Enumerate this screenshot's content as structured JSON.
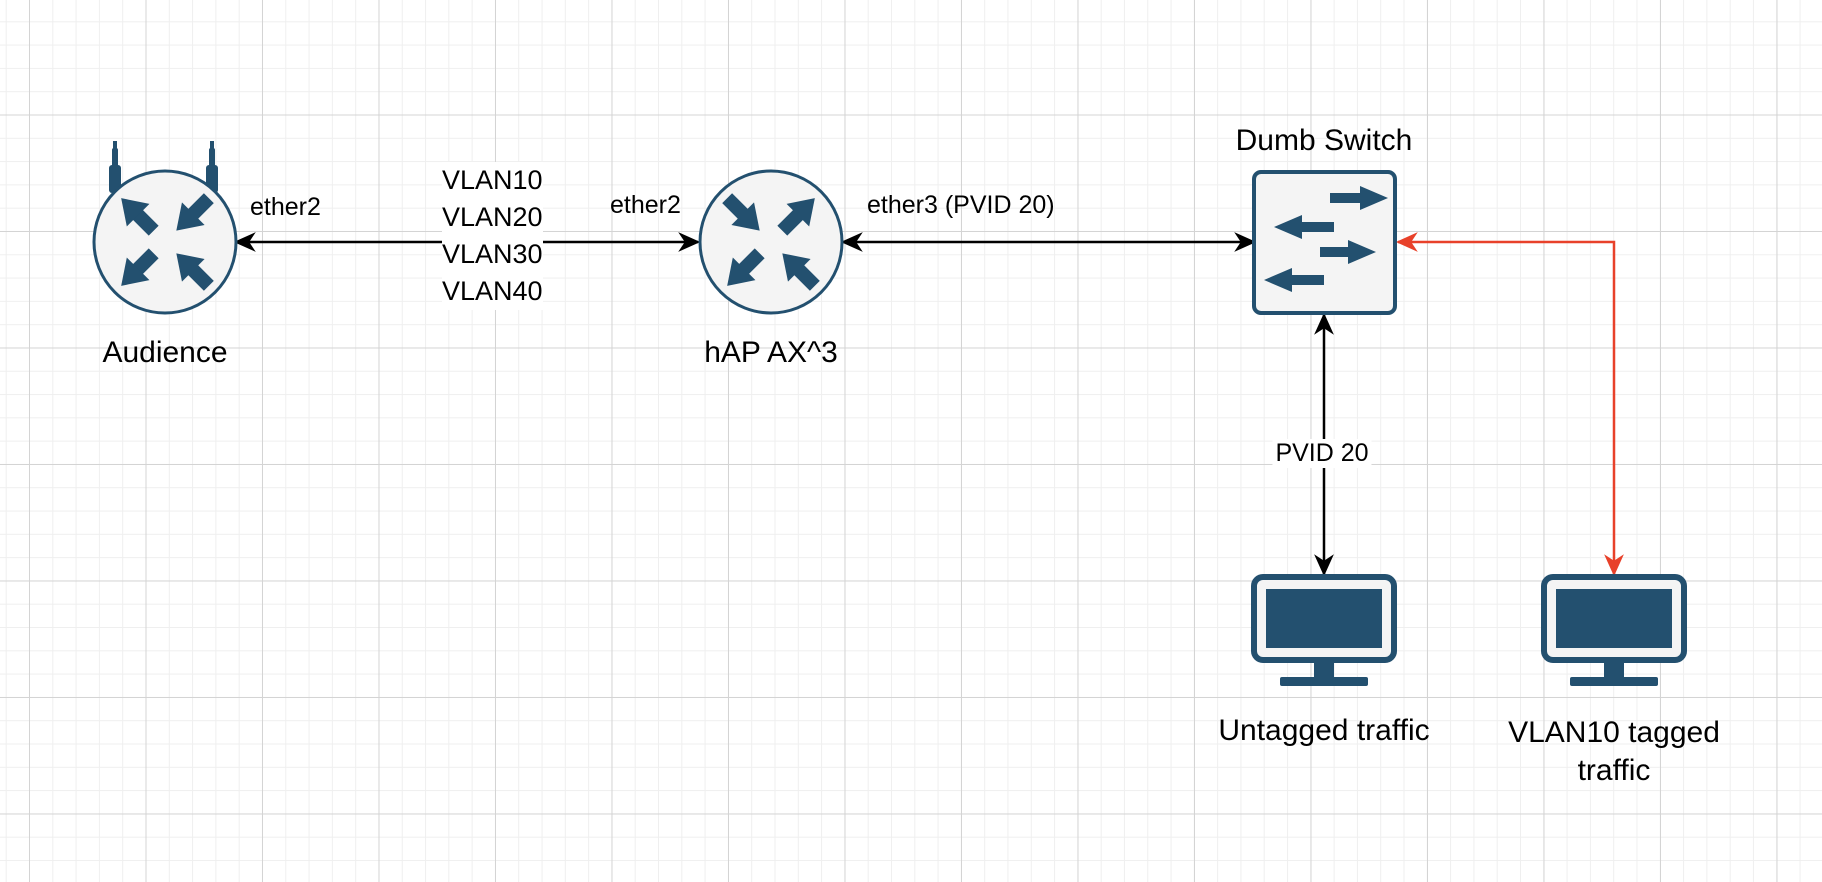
{
  "colors": {
    "device": "#23506f",
    "device_fill": "#f4f4f4",
    "link": "#000000",
    "tagged_link": "#e8412a"
  },
  "nodes": {
    "audience": {
      "label": "Audience",
      "icon": "wireless-router-icon"
    },
    "hap": {
      "label": "hAP AX^3",
      "icon": "router-icon"
    },
    "switch": {
      "label": "Dumb Switch",
      "icon": "switch-icon"
    },
    "pc_untagged": {
      "label": "Untagged traffic",
      "icon": "monitor-icon"
    },
    "pc_tagged": {
      "label_line1": "VLAN10 tagged",
      "label_line2": "traffic",
      "icon": "monitor-icon"
    }
  },
  "edges": {
    "audience_port": "ether2",
    "trunk_vlans": [
      "VLAN10",
      "VLAN20",
      "VLAN30",
      "VLAN40"
    ],
    "hap_port_left": "ether2",
    "hap_port_right": "ether3 (PVID 20)",
    "switch_down": "PVID 20"
  }
}
